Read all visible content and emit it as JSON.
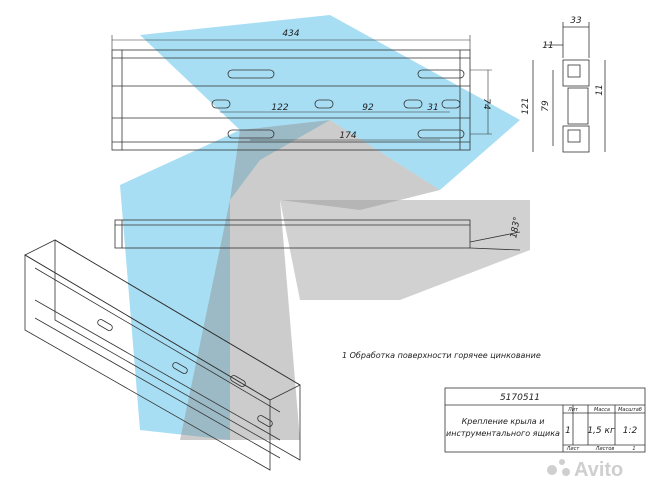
{
  "dimensions": {
    "overall_length": "434",
    "height": "74",
    "slot_122": "122",
    "slot_92": "92",
    "slot_31": "31",
    "slot_174": "174",
    "angle": "183°",
    "section_width": "33",
    "section_top": "11",
    "section_height": "121",
    "section_mid": "79",
    "section_side": "11"
  },
  "note": "1   Обработка поверхности горячее цинкование",
  "title_block": {
    "part_number": "5170511",
    "name_line1": "Крепление крыла и",
    "name_line2": "инструментального ящика",
    "lit_header": "Лит",
    "mass_header": "Масса",
    "scale_header": "Масштаб",
    "lit_value": "1",
    "mass_value": "1,5 кг",
    "scale_value": "1:2",
    "sheet_label": "Лист",
    "sheets_label": "Листов",
    "sheets_value": "1"
  },
  "watermark": {
    "text": "Avito",
    "colors": {
      "blue": "#5fc3ea",
      "gray": "#b9b9b9"
    }
  }
}
